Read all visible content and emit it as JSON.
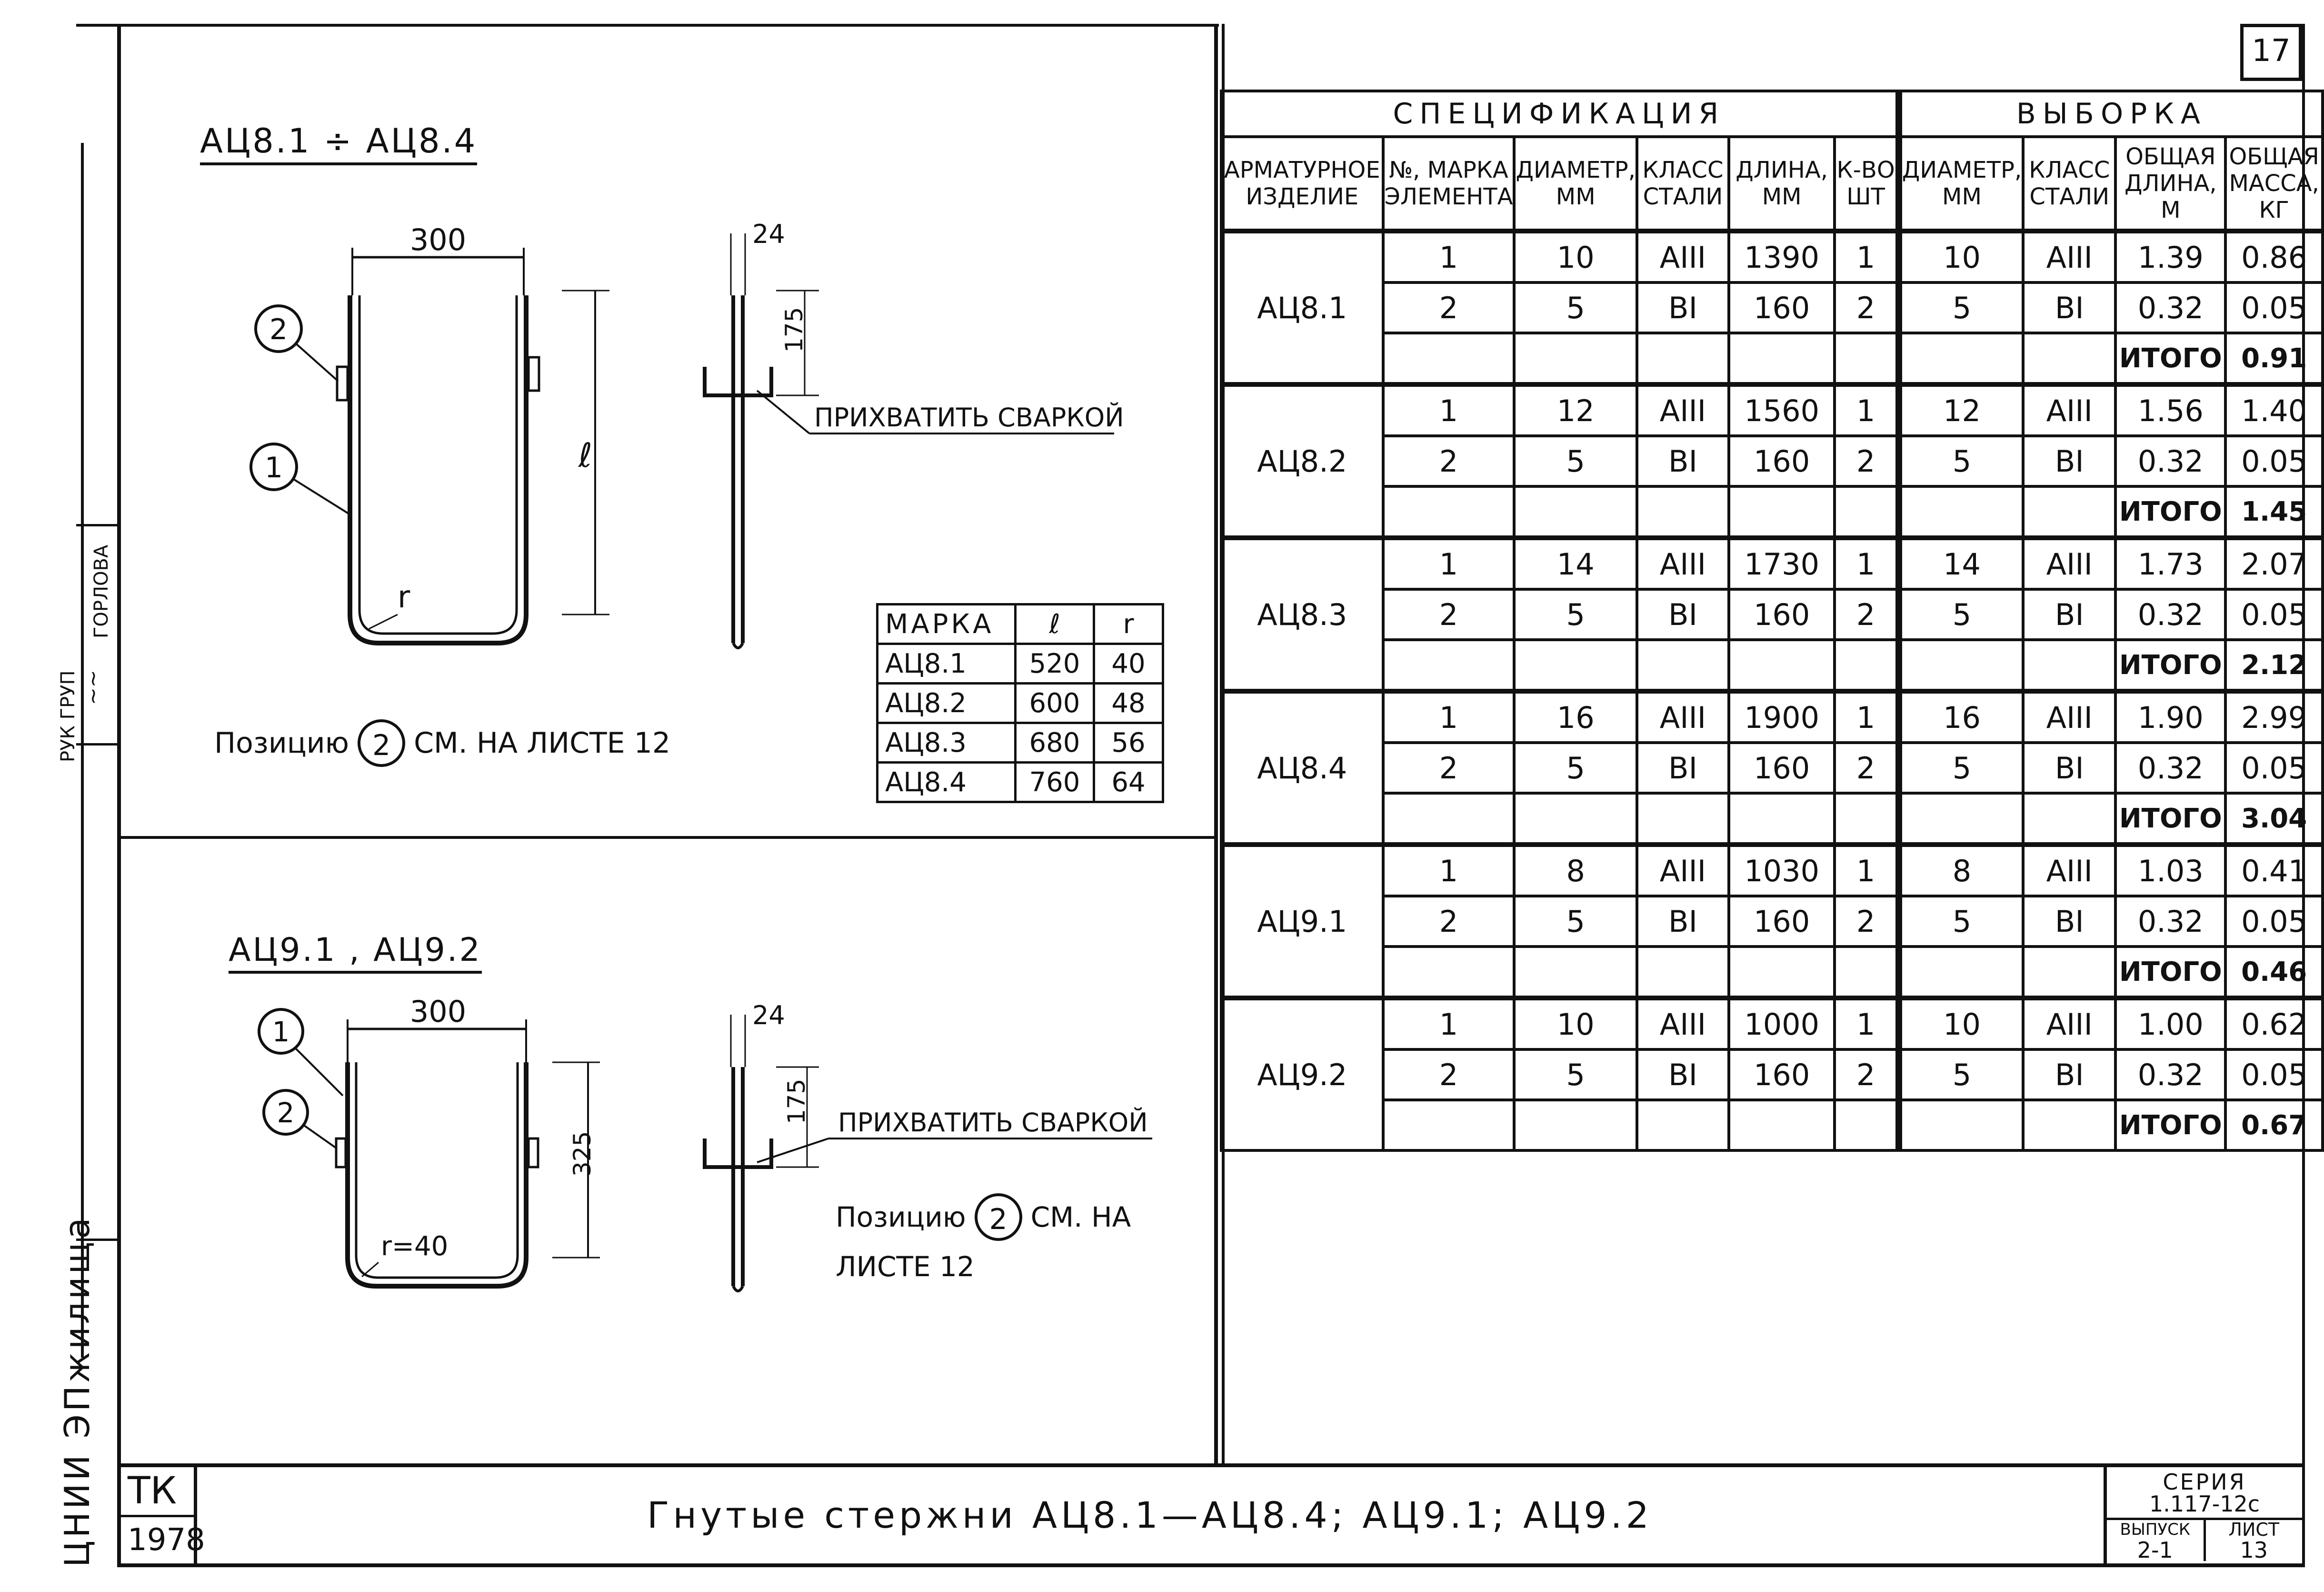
{
  "sheet_number": "17",
  "top_section": {
    "title": "АЦ8.1 ÷ АЦ8.4",
    "dim_width": "300",
    "dim_thickness": "24",
    "dim_height": "175",
    "dim_length_label": "ℓ",
    "dim_radius_label": "r",
    "callout_1": "1",
    "callout_2": "2",
    "weld_note": "ПРИХВАТИТЬ СВАРКОЙ",
    "position_note_prefix": "Позицию",
    "position_note_num": "2",
    "position_note_suffix": "СМ. НА ЛИСТЕ 12"
  },
  "marks_table": {
    "headers": [
      "МАРКА",
      "ℓ",
      "r"
    ],
    "rows": [
      [
        "АЦ8.1",
        "520",
        "40"
      ],
      [
        "АЦ8.2",
        "600",
        "48"
      ],
      [
        "АЦ8.3",
        "680",
        "56"
      ],
      [
        "АЦ8.4",
        "760",
        "64"
      ]
    ]
  },
  "bottom_section": {
    "title": "АЦ9.1 , АЦ9.2",
    "dim_width": "300",
    "dim_thickness": "24",
    "dim_height": "175",
    "dim_length": "325",
    "dim_radius": "r=40",
    "callout_1": "1",
    "callout_2": "2",
    "weld_note": "ПРИХВАТИТЬ СВАРКОЙ",
    "position_note_prefix": "Позицию",
    "position_note_num": "2",
    "position_note_suffix": "СМ. НА",
    "position_note_line2": "ЛИСТЕ 12"
  },
  "spec": {
    "title_left": "СПЕЦИФИКАЦИЯ",
    "title_right": "ВЫБОРКА",
    "headers": [
      "АРМАТУРНОЕ ИЗДЕЛИЕ",
      "№, МАРКА ЭЛЕМЕНТА",
      "ДИАМЕТР, ММ",
      "КЛАСС СТАЛИ",
      "ДЛИНА, ММ",
      "К-ВО ШТ",
      "ДИАМЕТР, ММ",
      "КЛАСС СТАЛИ",
      "ОБЩАЯ ДЛИНА, М",
      "ОБЩАЯ МАССА, КГ"
    ],
    "groups": [
      {
        "product": "АЦ8.1",
        "rows": [
          [
            "1",
            "10",
            "АIII",
            "1390",
            "1",
            "10",
            "АIII",
            "1.39",
            "0.86"
          ],
          [
            "2",
            "5",
            "ВI",
            "160",
            "2",
            "5",
            "ВI",
            "0.32",
            "0.05"
          ]
        ],
        "total_label": "ИТОГО",
        "total": "0.91"
      },
      {
        "product": "АЦ8.2",
        "rows": [
          [
            "1",
            "12",
            "АIII",
            "1560",
            "1",
            "12",
            "АIII",
            "1.56",
            "1.40"
          ],
          [
            "2",
            "5",
            "ВI",
            "160",
            "2",
            "5",
            "ВI",
            "0.32",
            "0.05"
          ]
        ],
        "total_label": "ИТОГО",
        "total": "1.45"
      },
      {
        "product": "АЦ8.3",
        "rows": [
          [
            "1",
            "14",
            "АIII",
            "1730",
            "1",
            "14",
            "АIII",
            "1.73",
            "2.07"
          ],
          [
            "2",
            "5",
            "ВI",
            "160",
            "2",
            "5",
            "ВI",
            "0.32",
            "0.05"
          ]
        ],
        "total_label": "ИТОГО",
        "total": "2.12"
      },
      {
        "product": "АЦ8.4",
        "rows": [
          [
            "1",
            "16",
            "АIII",
            "1900",
            "1",
            "16",
            "АIII",
            "1.90",
            "2.99"
          ],
          [
            "2",
            "5",
            "ВI",
            "160",
            "2",
            "5",
            "ВI",
            "0.32",
            "0.05"
          ]
        ],
        "total_label": "ИТОГО",
        "total": "3.04"
      },
      {
        "product": "АЦ9.1",
        "rows": [
          [
            "1",
            "8",
            "АIII",
            "1030",
            "1",
            "8",
            "АIII",
            "1.03",
            "0.41"
          ],
          [
            "2",
            "5",
            "ВI",
            "160",
            "2",
            "5",
            "ВI",
            "0.32",
            "0.05"
          ]
        ],
        "total_label": "ИТОГО",
        "total": "0.46"
      },
      {
        "product": "АЦ9.2",
        "rows": [
          [
            "1",
            "10",
            "АIII",
            "1000",
            "1",
            "10",
            "АIII",
            "1.00",
            "0.62"
          ],
          [
            "2",
            "5",
            "ВI",
            "160",
            "2",
            "5",
            "ВI",
            "0.32",
            "0.05"
          ]
        ],
        "total_label": "ИТОГО",
        "total": "0.67"
      }
    ]
  },
  "title_block": {
    "org": "ТК",
    "year": "1978",
    "title": "Гнутые стержни АЦ8.1—АЦ8.4; АЦ9.1; АЦ9.2",
    "series_label": "СЕРИЯ",
    "series_value": "1.117-12с",
    "issue_label": "ВЫПУСК",
    "issue_value": "2-1",
    "sheet_label": "ЛИСТ",
    "sheet_value": "13"
  },
  "side_stamp": {
    "role": "РУК ГРУП",
    "signature": "~~",
    "name": "ГОРЛОВА",
    "institute": "ЦНИИ ЭПжилища"
  }
}
